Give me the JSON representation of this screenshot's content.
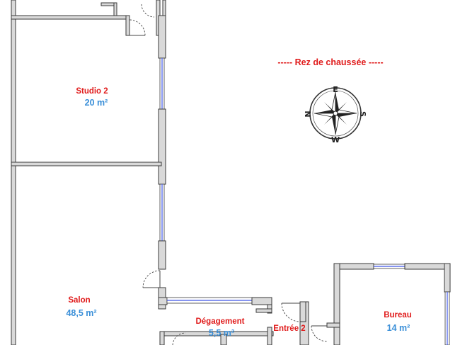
{
  "level_title": "-----   Rez de chaussée   -----",
  "compass": {
    "north": "N",
    "east": "E",
    "south": "S",
    "west": "W"
  },
  "rooms": {
    "studio2": {
      "name": "Studio 2",
      "area": "20 m²"
    },
    "salon": {
      "name": "Salon",
      "area": "48,5 m²"
    },
    "degagement": {
      "name": "Dégagement",
      "area": "5,5 m²"
    },
    "entree2": {
      "name": "Entrée 2",
      "area": ""
    },
    "bureau": {
      "name": "Bureau",
      "area": "14 m²"
    }
  },
  "colors": {
    "room_name": "#e01b1b",
    "room_area": "#3a8fd8",
    "wall": "#d9d9d9",
    "glass": "#3d55e8"
  }
}
